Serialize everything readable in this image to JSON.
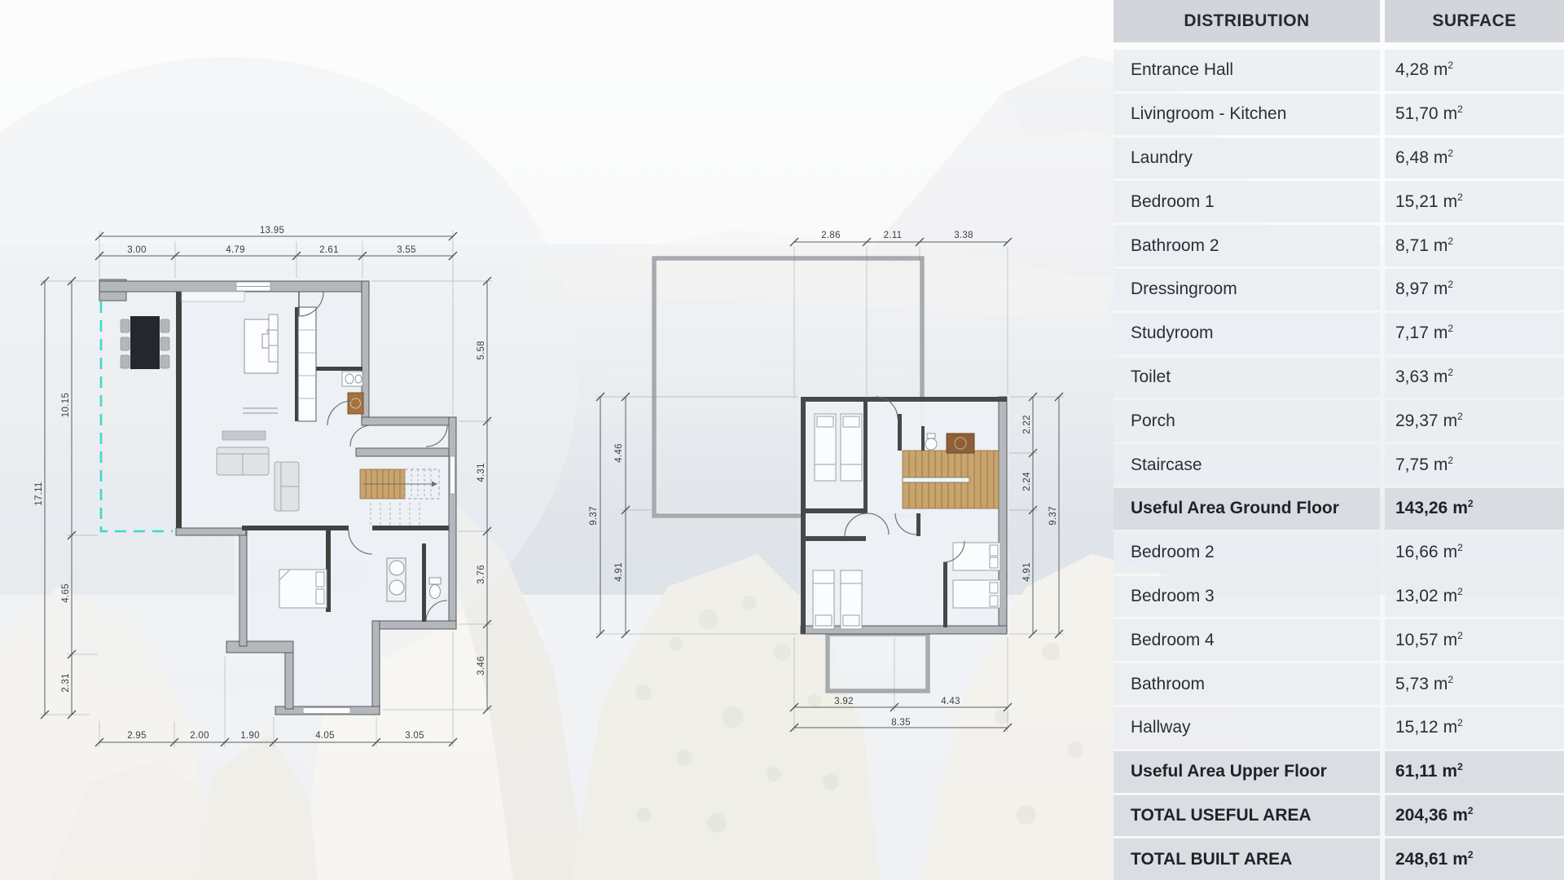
{
  "table": {
    "header": {
      "distribution": "DISTRIBUTION",
      "surface": "SURFACE"
    },
    "unit_base": "m",
    "unit_sup": "2",
    "rows": [
      {
        "label": "Entrance Hall",
        "value": "4,28",
        "emphasis": false
      },
      {
        "label": "Livingroom - Kitchen",
        "value": "51,70",
        "emphasis": false
      },
      {
        "label": "Laundry",
        "value": "6,48",
        "emphasis": false
      },
      {
        "label": "Bedroom 1",
        "value": "15,21",
        "emphasis": false
      },
      {
        "label": "Bathroom 2",
        "value": "8,71",
        "emphasis": false
      },
      {
        "label": "Dressingroom",
        "value": "8,97",
        "emphasis": false
      },
      {
        "label": "Studyroom",
        "value": "7,17",
        "emphasis": false
      },
      {
        "label": "Toilet",
        "value": "3,63",
        "emphasis": false
      },
      {
        "label": "Porch",
        "value": "29,37",
        "emphasis": false
      },
      {
        "label": "Staircase",
        "value": "7,75",
        "emphasis": false
      },
      {
        "label": "Useful Area Ground Floor",
        "value": "143,26",
        "emphasis": true
      },
      {
        "label": "Bedroom 2",
        "value": "16,66",
        "emphasis": false
      },
      {
        "label": "Bedroom 3",
        "value": "13,02",
        "emphasis": false
      },
      {
        "label": "Bedroom 4",
        "value": "10,57",
        "emphasis": false
      },
      {
        "label": "Bathroom",
        "value": "5,73",
        "emphasis": false
      },
      {
        "label": "Hallway",
        "value": "15,12",
        "emphasis": false
      },
      {
        "label": "Useful Area Upper Floor",
        "value": "61,11",
        "emphasis": true
      },
      {
        "label": "TOTAL USEFUL AREA",
        "value": "204,36",
        "emphasis": true
      },
      {
        "label": "TOTAL BUILT AREA",
        "value": "248,61",
        "emphasis": true
      }
    ]
  },
  "plans": {
    "ground_floor": {
      "dims": {
        "top_total": "13.95",
        "top_segments": [
          "3.00",
          "4.79",
          "2.61",
          "3.55"
        ],
        "left_total": "17.11",
        "left_segments": [
          "10.15",
          "4.65",
          "2.31"
        ],
        "right_segments": [
          "5.58",
          "4.31",
          "3.76",
          "3.46"
        ],
        "bottom_segments": [
          "2.95",
          "2.00",
          "1.90",
          "4.05",
          "3.05"
        ]
      }
    },
    "upper_floor": {
      "dims": {
        "top_segments": [
          "2.86",
          "2.11",
          "3.38"
        ],
        "left_total": "9.37",
        "left_segments": [
          "4.46",
          "4.91"
        ],
        "right_total": "9.37",
        "right_segments": [
          "2.22",
          "2.24",
          "4.91"
        ],
        "bottom_total": "8.35",
        "bottom_segments": [
          "3.92",
          "4.43"
        ]
      }
    }
  },
  "colors": {
    "porch_dashed_accent": "#3ed8d0",
    "stair_wood": "#c9a46d",
    "wall_gray": "#b4b8bc",
    "wall_dark": "#3f433f",
    "table_header_bg": "#d1d4d8",
    "table_row_bg": "#e9ecf0",
    "text": "#2b2e35"
  }
}
